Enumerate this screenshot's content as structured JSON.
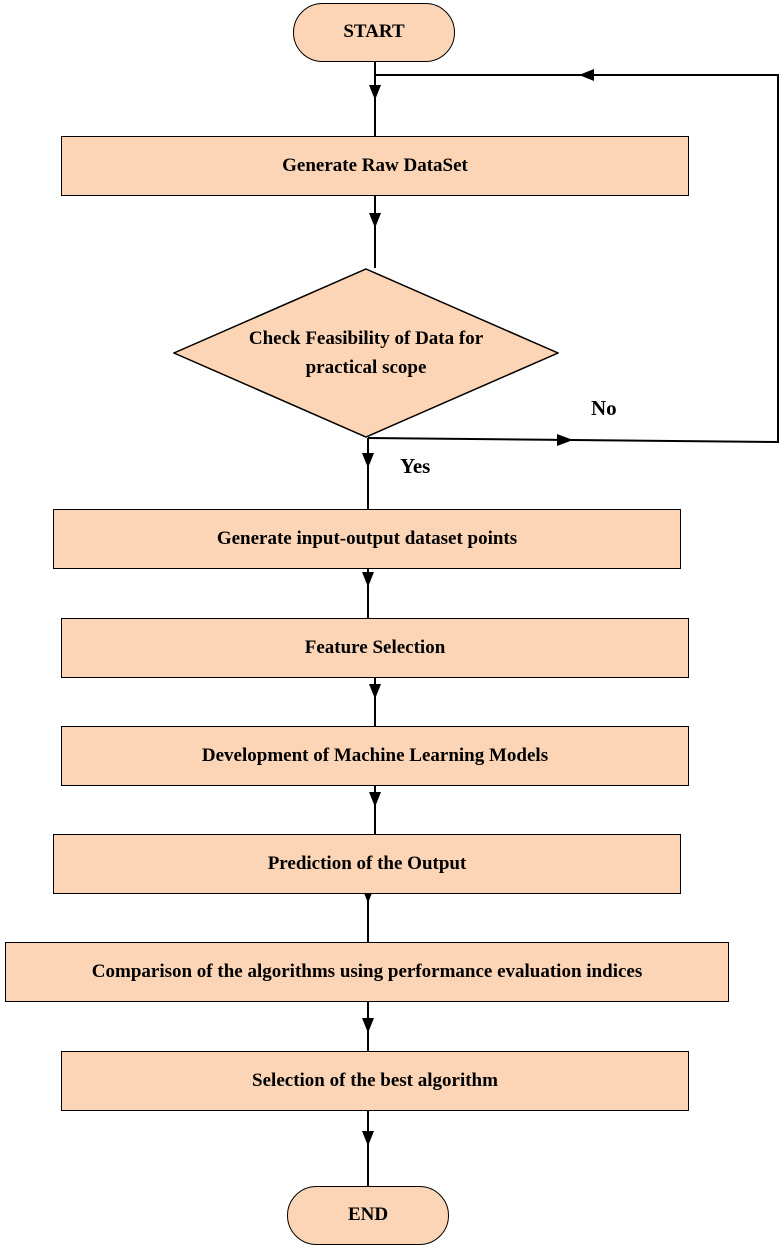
{
  "flowchart": {
    "start": "START",
    "generate_raw": "Generate Raw DataSet",
    "decision": {
      "line1": "Check Feasibility of Data for",
      "line2": "practical scope",
      "yes": "Yes",
      "no": "No"
    },
    "steps": [
      "Generate input-output dataset points",
      "Feature Selection",
      "Development of Machine Learning Models",
      "Prediction of the Output",
      "Comparison of the algorithms using performance evaluation indices",
      "Selection of the best algorithm"
    ],
    "end": "END"
  },
  "colors": {
    "box_fill": "#fbd5b5",
    "stroke": "#000000"
  }
}
